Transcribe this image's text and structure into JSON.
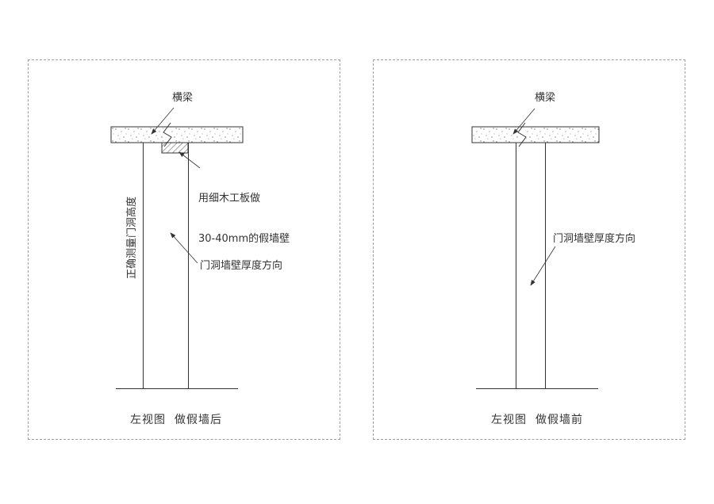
{
  "panels": {
    "left": {
      "beam_label": "横梁",
      "fake_wall_note": {
        "line1": "用细木工板做",
        "line2": "30-40mm的假墙壁"
      },
      "height_label": "正确测量门洞高度",
      "thickness_label": "门洞墙壁厚度方向",
      "caption": "左视图  做假墙后"
    },
    "right": {
      "beam_label": "横梁",
      "thickness_label": "门洞墙壁厚度方向",
      "caption": "左视图  做假墙前"
    }
  },
  "colors": {
    "line": "#333333",
    "text": "#333333",
    "panel_border": "#9e9e9e",
    "background": "#ffffff"
  }
}
